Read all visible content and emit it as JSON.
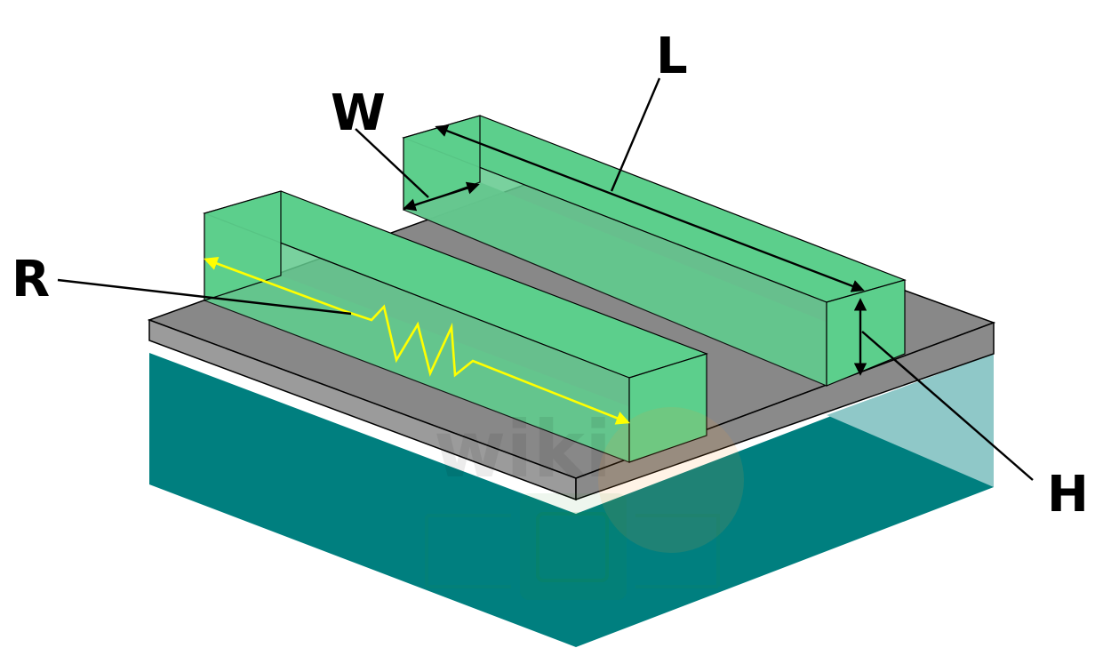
{
  "diagram": {
    "labels": {
      "length": "L",
      "width": "W",
      "resistance": "R",
      "height": "H"
    },
    "watermark": {
      "text": "wiki",
      "icon": "chip-icon"
    },
    "colors": {
      "substrate": "#007f7f",
      "substrate_side": "#8fc8c8",
      "oxide_top": "#888888",
      "oxide_front": "#9b9b9b",
      "conductor": "#5ccf8c",
      "conductor_dark": "#4fb87a",
      "resistance_path": "#ffff00",
      "leader_lines": "#000000"
    }
  }
}
